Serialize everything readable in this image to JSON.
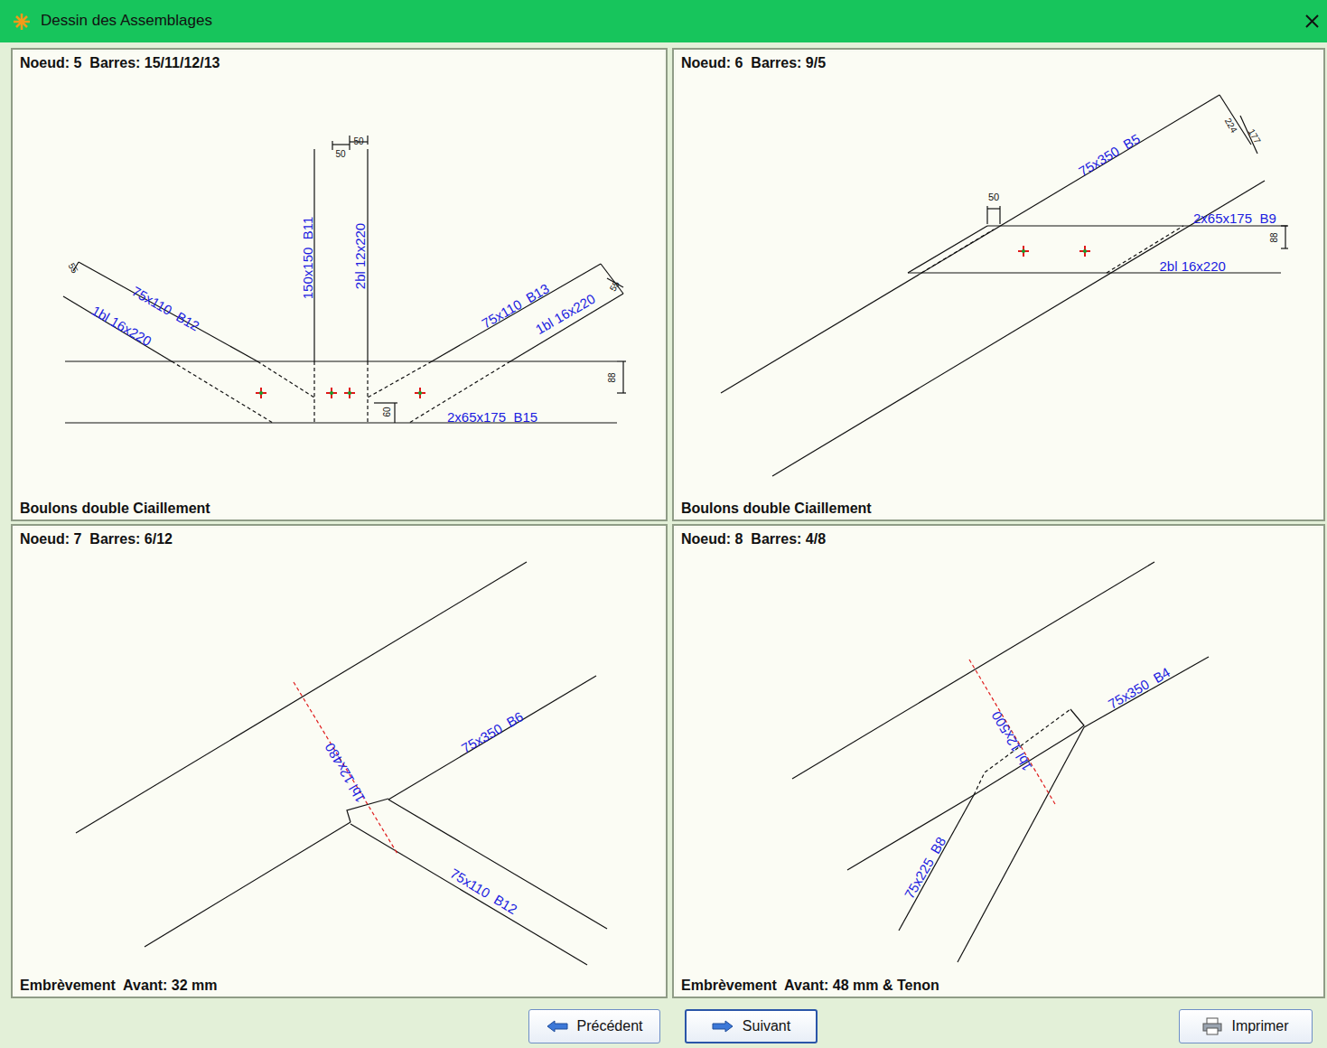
{
  "diagram": {
    "title": "Dessin des Assemblages",
    "nodes": [
      {
        "text": [
          "Noeud: 5  Barres: 15/11/12/13",
          "Boulons double Ciaillement"
        ]
      },
      {
        "text": [
          "Noeud: 6  Barres: 9/5",
          "Boulons double Ciaillement"
        ]
      },
      {
        "text": [
          "Noeud: 7  Barres: 6/12",
          "Embrèvement  Avant: 32 mm"
        ]
      },
      {
        "text": [
          "Noeud: 8  Barres: 4/8",
          "Embrèvement  Avant: 48 mm & Tenon"
        ]
      },
      {
        "text": [
          "Précédent"
        ]
      },
      {
        "text": [
          "Suivant"
        ]
      },
      {
        "text": [
          "Imprimer"
        ]
      }
    ],
    "labels": [
      "50",
      "50",
      "150x150  B11",
      "2bl 12x220",
      "55",
      "75x110  B12",
      "1bl 16x220",
      "75x110  B13",
      "1bl 16x220",
      "55",
      "88",
      "60",
      "2x65x175  B15",
      "224",
      "177",
      "75x350  B5",
      "50",
      "2x65x175  B9",
      "88",
      "2bl 16x220",
      "1bl 12x480",
      "75x350  B6",
      "75x110  B12",
      "1bl 12x500",
      "75x350  B4",
      "75x225  B8"
    ]
  }
}
